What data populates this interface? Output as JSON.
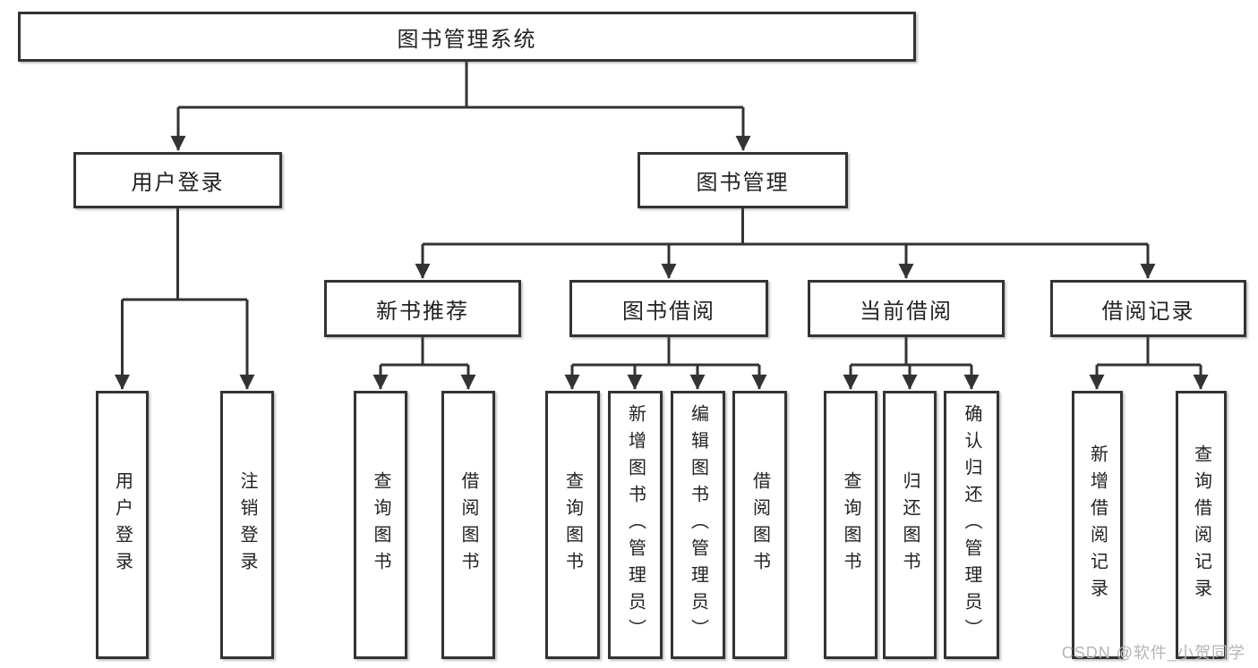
{
  "diagram_type": "hierarchy-flowchart",
  "tree": {
    "root": {
      "label": "图书管理系统",
      "children": [
        {
          "label": "用户登录",
          "children": [
            {
              "label": "用户登录"
            },
            {
              "label": "注销登录"
            }
          ]
        },
        {
          "label": "图书管理",
          "children": [
            {
              "label": "新书推荐",
              "children": [
                {
                  "label": "查询图书"
                },
                {
                  "label": "借阅图书"
                }
              ]
            },
            {
              "label": "图书借阅",
              "children": [
                {
                  "label": "查询图书"
                },
                {
                  "label": "新增图书（管理员）"
                },
                {
                  "label": "编辑图书（管理员）"
                },
                {
                  "label": "借阅图书"
                }
              ]
            },
            {
              "label": "当前借阅",
              "children": [
                {
                  "label": "查询图书"
                },
                {
                  "label": "归还图书"
                },
                {
                  "label": "确认归还（管理员）"
                }
              ]
            },
            {
              "label": "借阅记录",
              "children": [
                {
                  "label": "新增借阅记录"
                },
                {
                  "label": "查询借阅记录"
                }
              ]
            }
          ]
        }
      ]
    }
  },
  "watermark": {
    "text": "CSDN @软件_小贺同学"
  },
  "colors": {
    "line": "#333333",
    "box_border": "#333333",
    "text": "#222222",
    "watermark": "#b5b5b5",
    "background": "#ffffff"
  }
}
